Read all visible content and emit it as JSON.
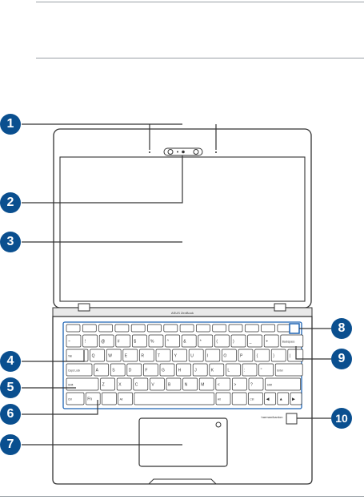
{
  "callouts": [
    {
      "id": "1",
      "label": "1",
      "part": "microphones"
    },
    {
      "id": "2",
      "label": "2",
      "part": "camera"
    },
    {
      "id": "3",
      "label": "3",
      "part": "display"
    },
    {
      "id": "4",
      "label": "4",
      "part": "tab-key"
    },
    {
      "id": "5",
      "label": "5",
      "part": "shift-key"
    },
    {
      "id": "6",
      "label": "6",
      "part": "function-key"
    },
    {
      "id": "7",
      "label": "7",
      "part": "touchpad"
    },
    {
      "id": "8",
      "label": "8",
      "part": "power-button"
    },
    {
      "id": "9",
      "label": "9",
      "part": "backspace-key"
    },
    {
      "id": "10",
      "label": "10",
      "part": "speakers-logo"
    }
  ],
  "laptop": {
    "hinge_brand": "ASUS ZenBook",
    "speaker_brand": "harman/kardon"
  },
  "keyboard": {
    "row1": [
      "~",
      "!",
      "@",
      "#",
      "$",
      "%",
      "^",
      "&",
      "*",
      "(",
      ")",
      "_",
      "+",
      "Backspace"
    ],
    "row2": [
      "Tab",
      "Q",
      "W",
      "E",
      "R",
      "T",
      "Y",
      "U",
      "I",
      "O",
      "P",
      "{",
      "}",
      "|"
    ],
    "row3": [
      "Caps Lock",
      "A",
      "S",
      "D",
      "F",
      "G",
      "H",
      "J",
      "K",
      "L",
      ":",
      "\"",
      "Enter"
    ],
    "row4": [
      "Shift",
      "Z",
      "X",
      "C",
      "V",
      "B",
      "N",
      "M",
      "<",
      ">",
      "?",
      "Shift"
    ],
    "row5": [
      "Ctrl",
      "Fn",
      "",
      "Alt",
      "",
      "Alt",
      "",
      "Ctrl",
      "◀",
      "▲",
      "▶"
    ]
  },
  "colors": {
    "callout": "#0a4f8f",
    "line": "#333333",
    "accent": "#1e64b4"
  }
}
